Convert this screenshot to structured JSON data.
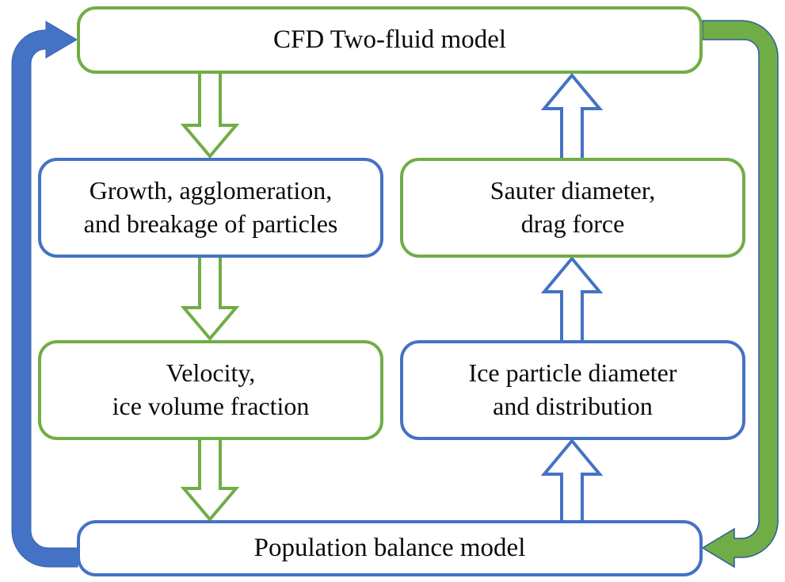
{
  "diagram": {
    "title": "CFD two-fluid model and population balance model coupling loop",
    "colors": {
      "green": "#70AD47",
      "blue": "#4472C4",
      "arrow_outline": "#2E5B9F",
      "text": "#0a0a0a",
      "bg": "#ffffff"
    },
    "boxes": {
      "cfd": {
        "label": "CFD Two-fluid model",
        "border_color": "green"
      },
      "growth": {
        "lines": [
          "Growth, agglomeration,",
          "and breakage of particles"
        ],
        "border_color": "blue"
      },
      "sauter": {
        "lines": [
          "Sauter diameter,",
          "drag force"
        ],
        "border_color": "green"
      },
      "velocity": {
        "lines": [
          "Velocity,",
          "ice volume fraction"
        ],
        "border_color": "green"
      },
      "ice": {
        "lines": [
          "Ice particle diameter",
          "and distribution"
        ],
        "border_color": "blue"
      },
      "population": {
        "label": "Population balance model",
        "border_color": "blue"
      }
    },
    "arrows": [
      {
        "name": "cfd-to-growth",
        "style": "hollow",
        "color": "green",
        "direction": "down",
        "from": "cfd",
        "to": "growth"
      },
      {
        "name": "growth-to-velocity",
        "style": "hollow",
        "color": "green",
        "direction": "down",
        "from": "growth",
        "to": "velocity"
      },
      {
        "name": "velocity-to-population",
        "style": "hollow",
        "color": "green",
        "direction": "down",
        "from": "velocity",
        "to": "population"
      },
      {
        "name": "population-to-ice",
        "style": "hollow",
        "color": "blue",
        "direction": "up",
        "from": "population",
        "to": "ice"
      },
      {
        "name": "ice-to-sauter",
        "style": "hollow",
        "color": "blue",
        "direction": "up",
        "from": "ice",
        "to": "sauter"
      },
      {
        "name": "sauter-to-cfd",
        "style": "hollow",
        "color": "blue",
        "direction": "up",
        "from": "sauter",
        "to": "cfd"
      },
      {
        "name": "population-to-cfd-loop",
        "style": "solid-bent",
        "color": "blue",
        "direction": "left-side-up",
        "from": "population",
        "to": "cfd"
      },
      {
        "name": "cfd-to-population-loop",
        "style": "solid-bent",
        "color": "green",
        "direction": "right-side-down",
        "from": "cfd",
        "to": "population"
      }
    ]
  }
}
